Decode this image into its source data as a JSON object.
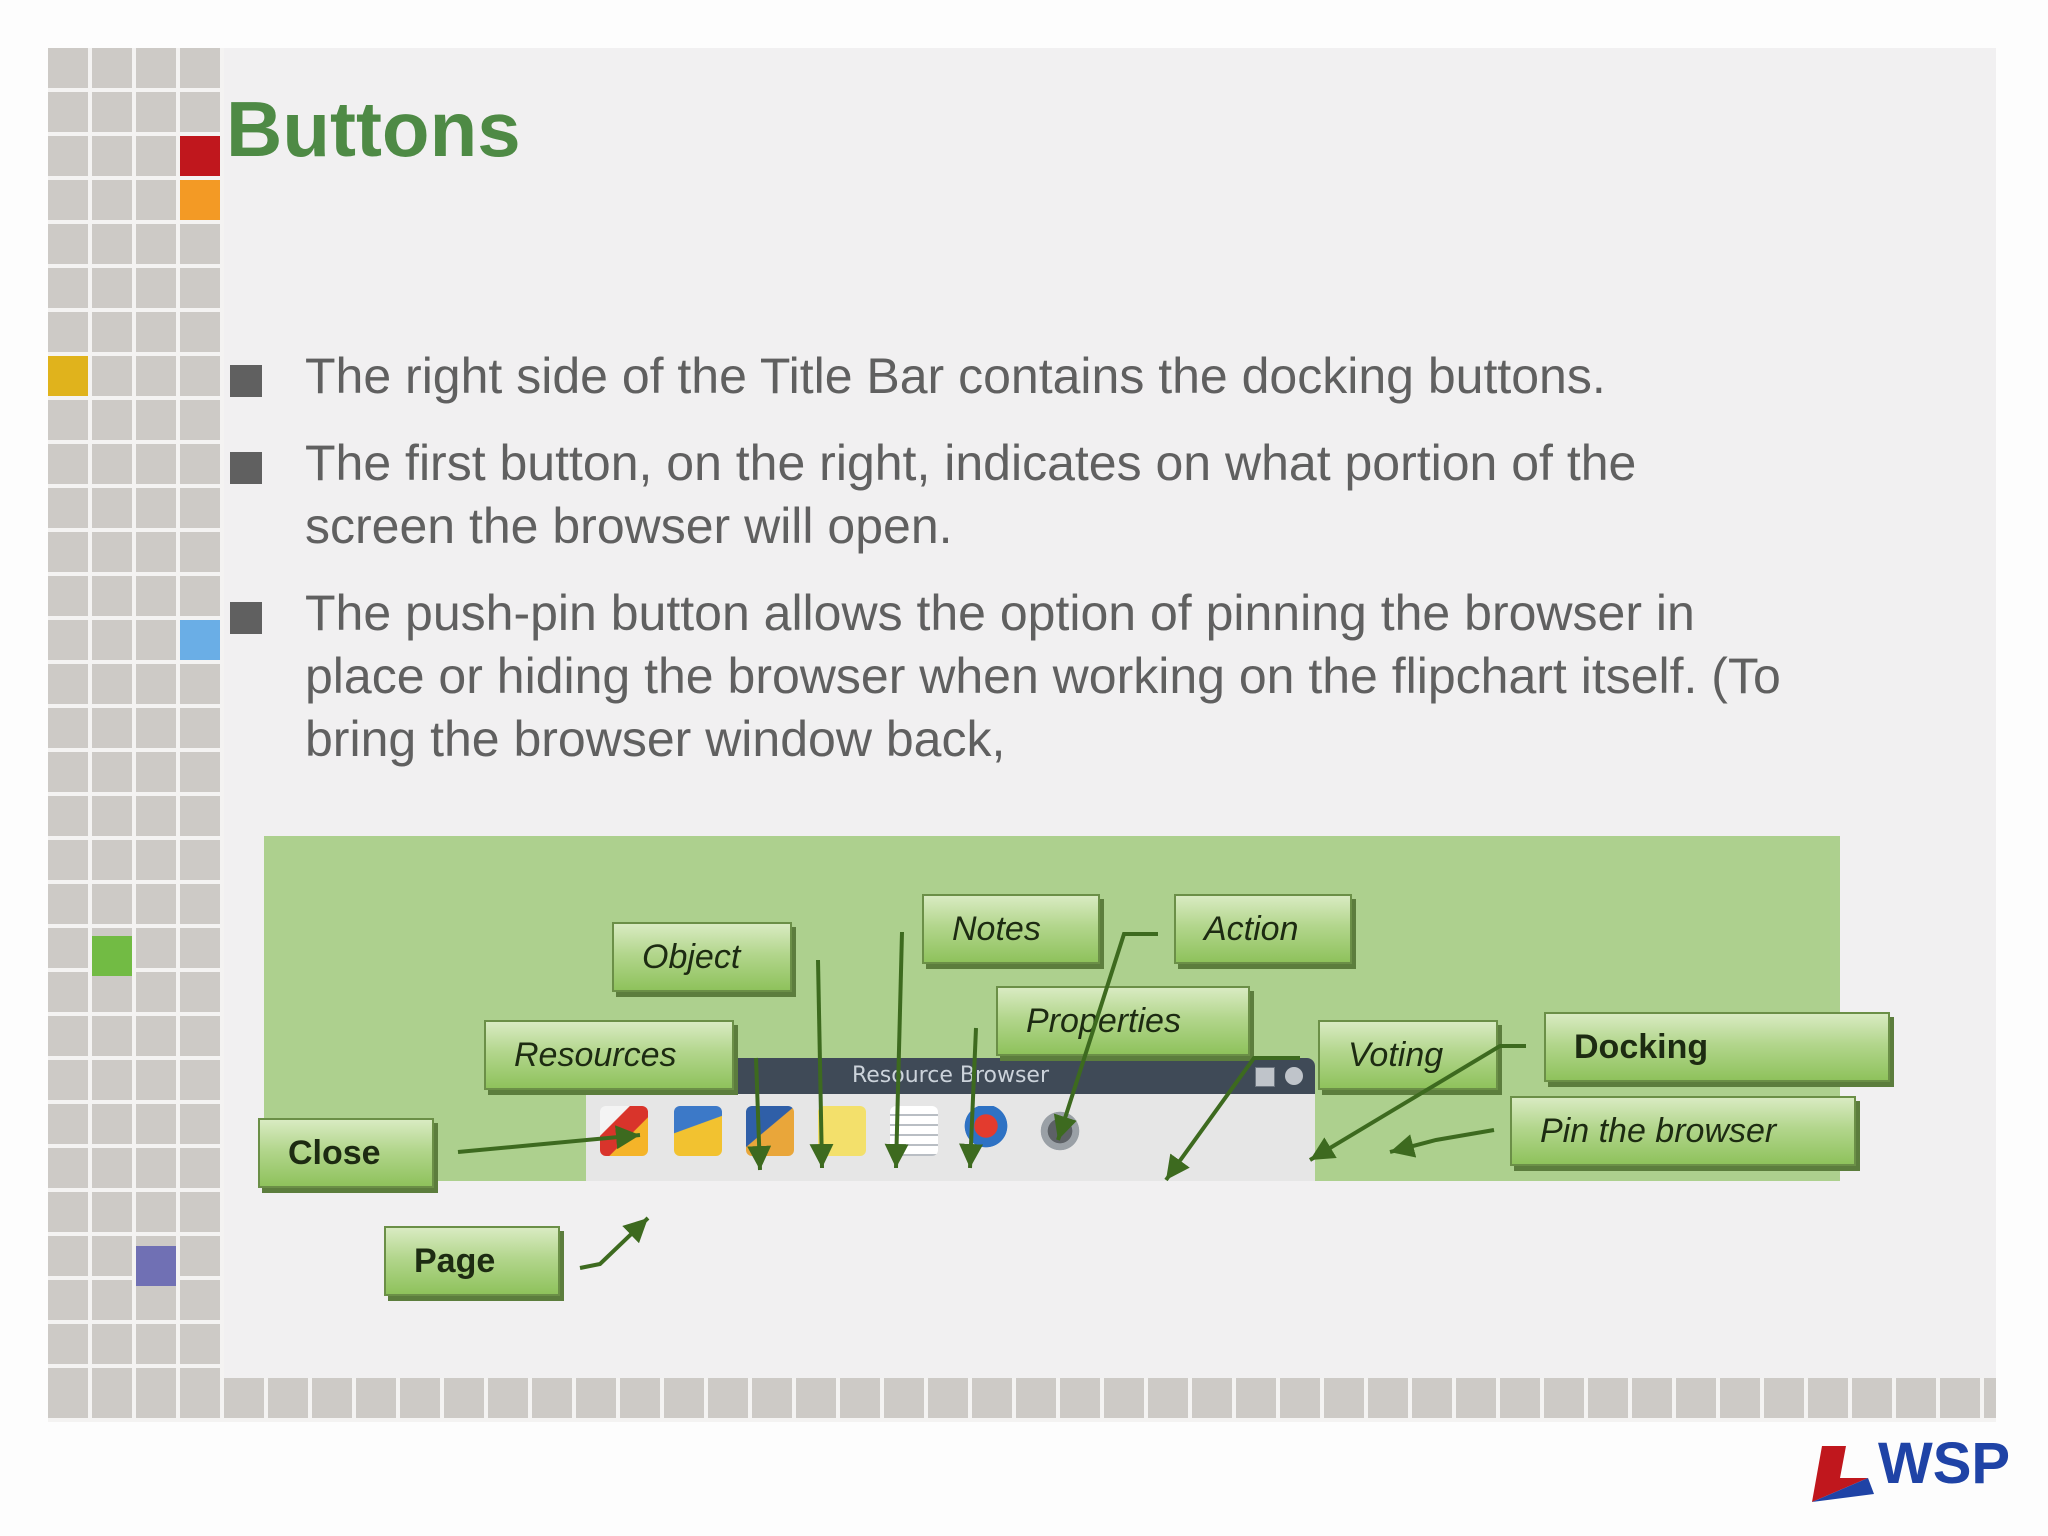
{
  "slide": {
    "title": "Buttons",
    "bullets": [
      "The right side of the Title Bar contains the docking buttons.",
      "The first button, on the right, indicates on what portion of the screen the browser will open.",
      "The push-pin button allows the option of pinning the browser in place or hiding the browser when working on the flipchart itself. (To bring the browser window back,"
    ]
  },
  "figure": {
    "window_title": "Resource Browser",
    "labels": {
      "object": "Object",
      "notes": "Notes",
      "action": "Action",
      "properties": "Properties",
      "resources": "Resources",
      "voting": "Voting",
      "docking": "Docking",
      "close": "Close",
      "pin": "Pin the browser",
      "page": "Page"
    },
    "toolbar_icons": [
      "page-icon",
      "resources-icon",
      "object-icon",
      "notes-icon",
      "properties-icon",
      "action-icon",
      "voting-icon"
    ]
  },
  "logo": {
    "text": "WSP"
  },
  "colors": {
    "title": "#4e8a45",
    "body_text": "#606060",
    "figure_bg": "#add08e",
    "label_border": "#6b8f47",
    "logo": "#1f43a6",
    "accent_red": "#c0171d",
    "accent_orange": "#f39a25",
    "accent_yellow": "#e0b31c",
    "accent_blue": "#6aaee6",
    "accent_green": "#72bb44",
    "accent_purple": "#7070b4"
  }
}
